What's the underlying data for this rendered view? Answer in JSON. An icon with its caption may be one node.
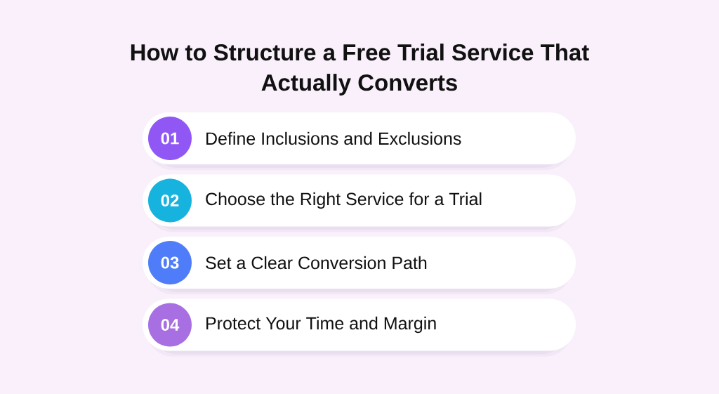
{
  "diagram": {
    "title": "How to Structure a Free Trial Service That Actually Converts",
    "nodes": [
      {
        "text": [
          "Define Inclusions and Exclusions"
        ]
      },
      {
        "text": [
          "01"
        ],
        "in": 0
      },
      {
        "text": [
          "Choose the Right Service for a Trial"
        ]
      },
      {
        "text": [
          "02"
        ],
        "in": 2
      },
      {
        "text": [
          "Set a Clear Conversion Path"
        ]
      },
      {
        "text": [
          "03"
        ],
        "in": 4
      },
      {
        "text": [
          "Protect Your Time and Margin"
        ]
      },
      {
        "text": [
          "04"
        ],
        "in": 6
      }
    ]
  }
}
